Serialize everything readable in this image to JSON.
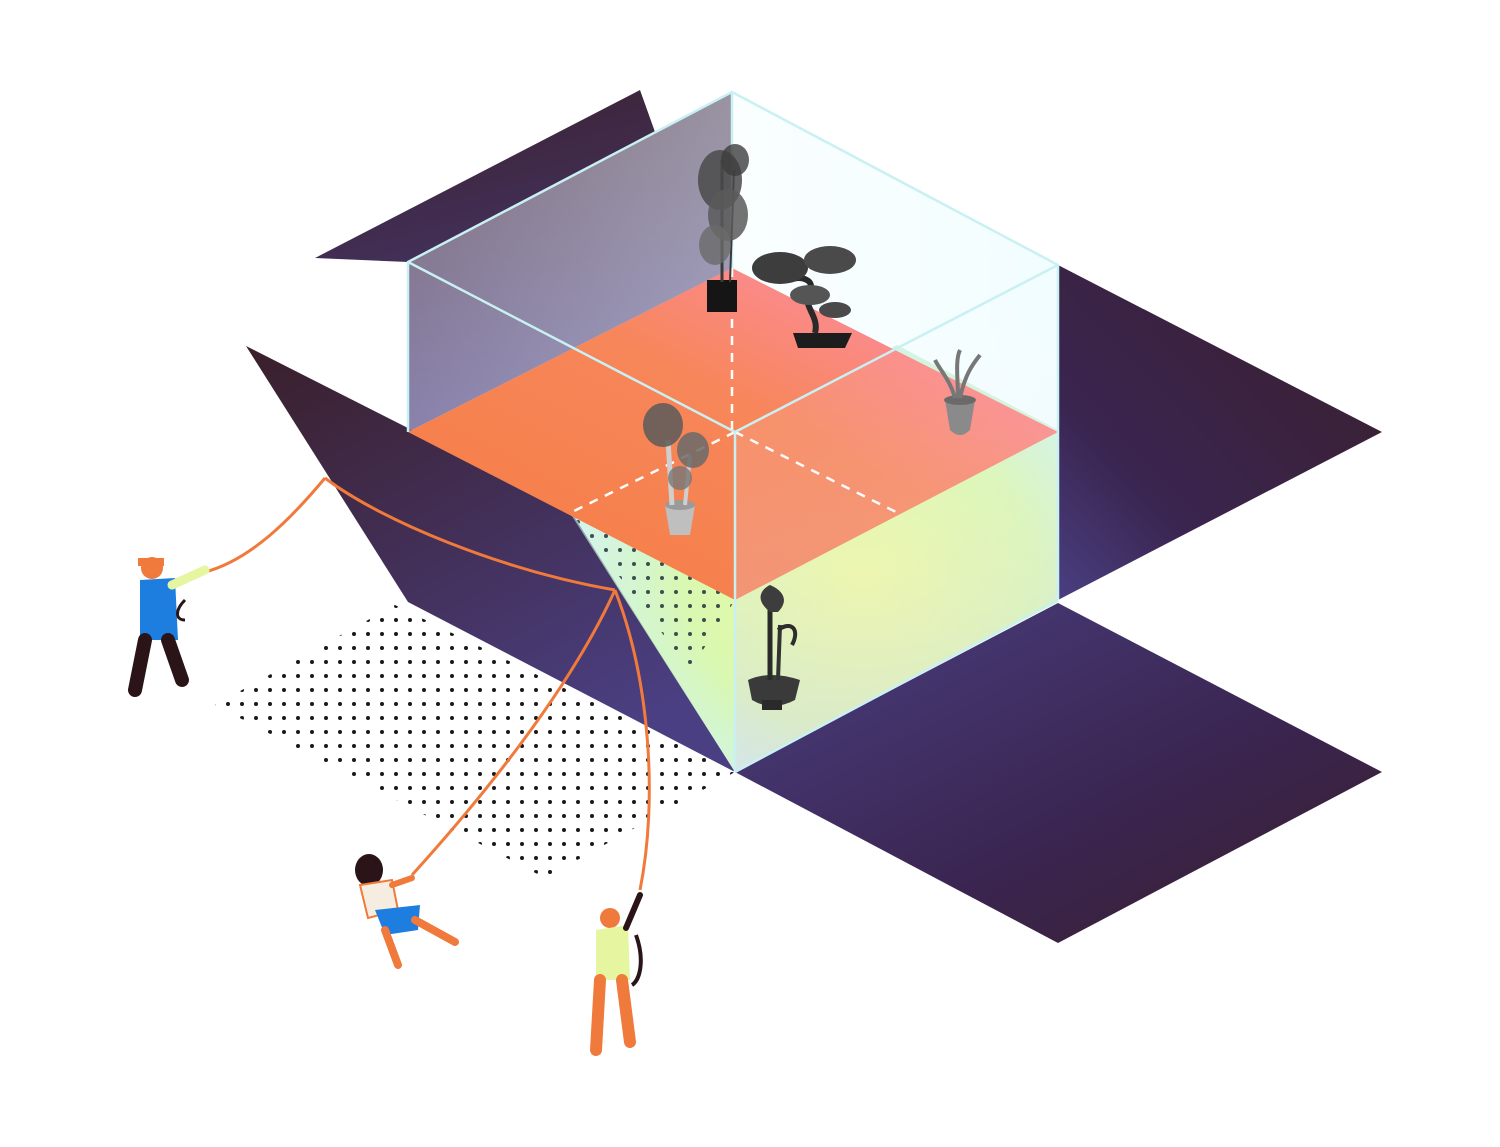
{
  "colors": {
    "background": "#ffffff",
    "flap_dark": "#3a1f2a",
    "flap_indigo": "#4a3f82",
    "platform_orange": "#f47c42",
    "platform_pink": "#ff8fb8",
    "glow_green": "#e4fa9f",
    "glass_edge": "#c9f0f2",
    "rope": "#f07a3c",
    "person_blue": "#1e7ee0",
    "person_lime": "#e6f5a0",
    "dark": "#2a1418"
  },
  "illustration": {
    "subject": "opened-box-with-glass-cube-and-potted-plants",
    "plants": [
      "bamboo-plant-icon",
      "bonsai-tree-icon",
      "small-potted-plant-icon",
      "dracaena-plant-icon",
      "potted-palm-icon"
    ],
    "people": [
      "person-pulling-rope-left",
      "person-pulling-rope-middle",
      "person-pulling-rope-right"
    ]
  }
}
